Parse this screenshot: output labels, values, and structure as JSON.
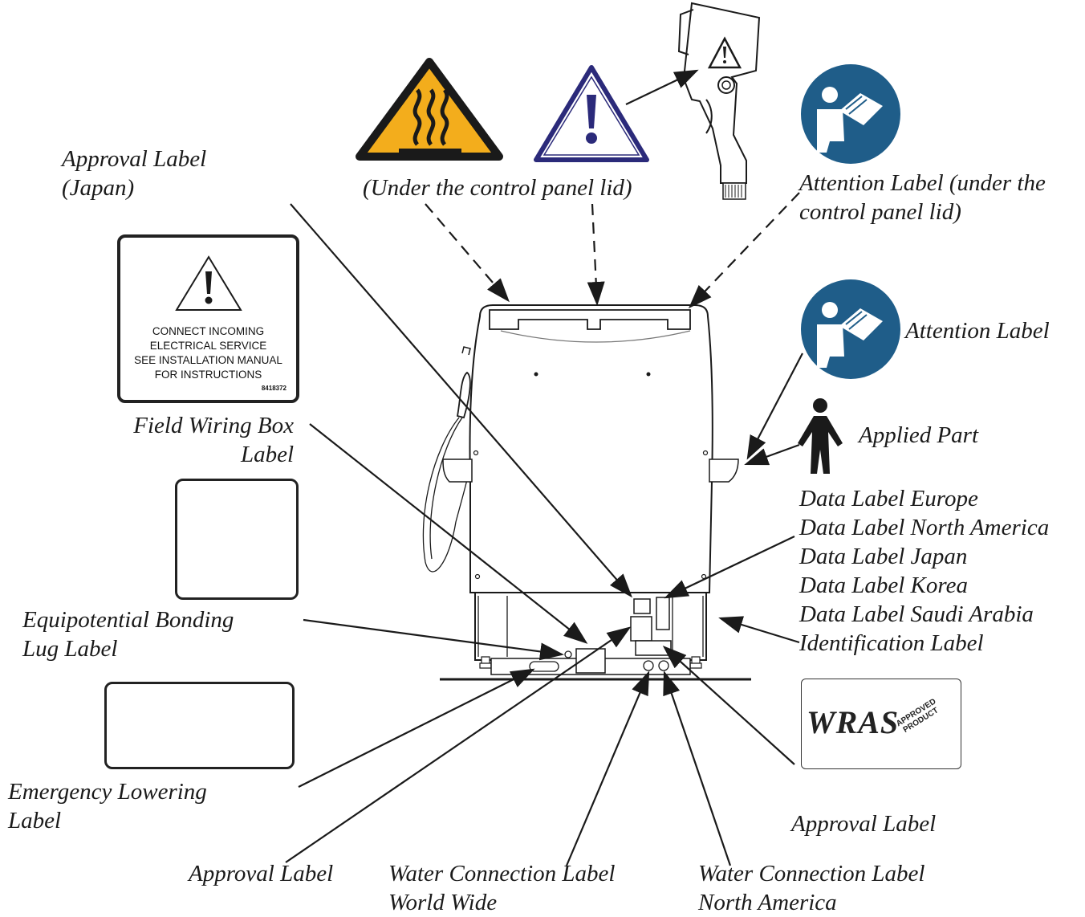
{
  "labels": {
    "approval_japan": [
      "Approval Label",
      "(Japan)"
    ],
    "under_lid": "(Under the control panel lid)",
    "attention_under_lid": [
      "Attention Label (under the",
      "control panel lid)"
    ],
    "attention": "Attention Label",
    "applied_part": "Applied Part",
    "data_labels": [
      "Data Label Europe",
      "Data Label North America",
      "Data Label Japan",
      "Data Label Korea",
      "Data Label Saudi Arabia",
      "Identification Label"
    ],
    "field_wiring": [
      "Field Wiring Box",
      "Label"
    ],
    "equipotential": [
      "Equipotential Bonding",
      "Lug Label"
    ],
    "emergency_lowering": [
      "Emergency Lowering",
      "Label"
    ],
    "approval_right": "Approval Label",
    "approval_bottom": "Approval Label",
    "water_ww": [
      "Water Connection Label",
      "World Wide"
    ],
    "water_na": [
      "Water Connection Label",
      "North America"
    ]
  },
  "field_wiring_panel": {
    "lines": [
      "CONNECT INCOMING",
      "ELECTRICAL SERVICE",
      "SEE INSTALLATION MANUAL",
      "FOR INSTRUCTIONS"
    ],
    "part_number": "8418372"
  },
  "wras_logo": {
    "main": "WRAS",
    "sub": [
      "APPROVED",
      "PRODUCT"
    ]
  },
  "colors": {
    "hot_surface": "#f3ad1c",
    "warning_outline": "#2b2a7a",
    "mandatory_blue": "#1f5d89",
    "line": "#1a1a1a"
  },
  "icons": [
    "hot-surface-warning-icon",
    "general-warning-icon",
    "read-manual-icon",
    "applied-part-icon",
    "equipotential-icon",
    "emergency-lowering-icon"
  ]
}
